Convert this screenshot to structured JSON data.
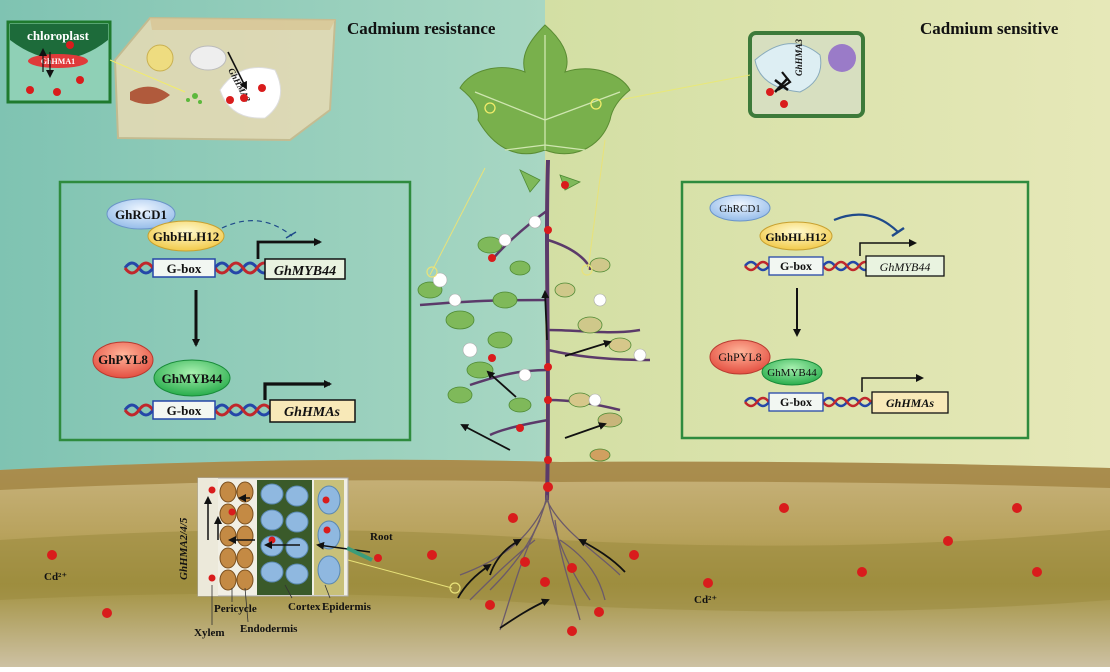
{
  "panel_titles": {
    "left": "Cadmium resistance",
    "right": "Cadmium sensitive"
  },
  "chloroplast_inset": {
    "organelle_label": "chloroplast",
    "transporter_label": "GhHMA1"
  },
  "cell_insets": {
    "resistant_transporter_label": "GhHMA3",
    "sensitive_transporter_label": "GhHMA3"
  },
  "resistant_pathway": {
    "repressor": "GhRCD1",
    "tf_upstream": "GhbHLH12",
    "promoter_1": "G-box",
    "target_gene_1": "GhMYB44",
    "interactor": "GhPYL8",
    "tf_downstream": "GhMYB44",
    "promoter_2": "G-box",
    "target_gene_2": "GhHMAs"
  },
  "sensitive_pathway": {
    "repressor": "GhRCD1",
    "tf_upstream": "GhbHLH12",
    "promoter_1": "G-box",
    "target_gene_1": "GhMYB44",
    "interactor": "GhPYL8",
    "tf_downstream": "GhMYB44",
    "promoter_2": "G-box",
    "target_gene_2": "GhHMAs"
  },
  "root_section": {
    "transporter_label": "GhHMA2/4/5",
    "tissue_labels": {
      "root": "Root",
      "pericycle": "Pericycle",
      "cortex": "Cortex",
      "epidermis": "Epidermis",
      "xylem": "Xylem",
      "endodermis": "Endodermis"
    }
  },
  "soil_labels": {
    "ion_left": "Cd²⁺",
    "ion_right": "Cd²⁺"
  },
  "colors": {
    "resistant_bg": "#9fd2c0",
    "sensitive_bg": "#dbe3a6",
    "soil": "#c8b27e",
    "soil_dark": "#9a8a3e",
    "box_border": "#2e8b3e",
    "cd_ion": "#d91c1c",
    "leaf": "#79b04c"
  }
}
